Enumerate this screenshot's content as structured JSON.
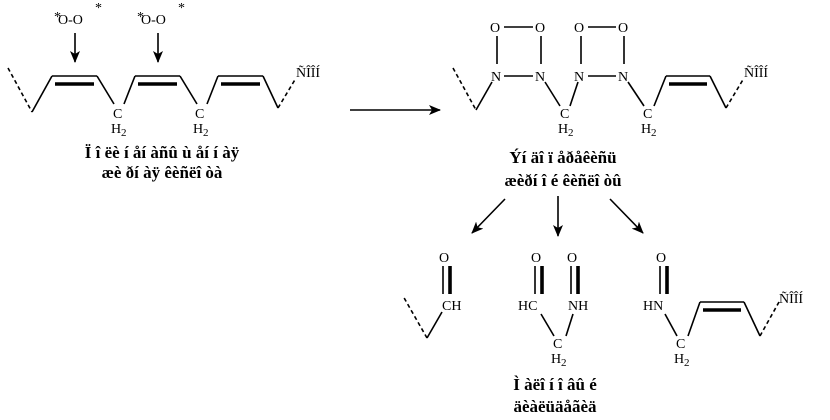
{
  "reactant": {
    "radical_left": "O-O",
    "radical_right": "O-O",
    "radical_star": "*",
    "end_group": "ÑÎÎÍ",
    "ch2_a": "C",
    "ch2_a_h": "H",
    "ch2_a_sub": "2",
    "ch2_b": "C",
    "ch2_b_h": "H",
    "ch2_b_sub": "2",
    "caption_line1": "Ï î ëè í åí àñû ù åí í àÿ",
    "caption_line2": "æè ðí àÿ êèñëî òà"
  },
  "product": {
    "o1": "O",
    "o2": "O",
    "o3": "O",
    "o4": "O",
    "n1": "N",
    "n2": "N",
    "n3": "N",
    "n4": "N",
    "end_group": "ÑÎÎÍ",
    "ch2_a": "C",
    "ch2_a_h": "H",
    "ch2_a_sub": "2",
    "ch2_b": "C",
    "ch2_b_h": "H",
    "ch2_b_sub": "2",
    "caption_line1": "Ýí äî ï åðåêèñü",
    "caption_line2": "æèðí î é êèñëî òû"
  },
  "fragments": {
    "aldehyde_o": "O",
    "aldehyde_ch": "CH",
    "dialdehyde_o1": "O",
    "dialdehyde_o2": "O",
    "dialdehyde_hc": "HC",
    "dialdehyde_nh": "NH",
    "dialdehyde_c": "C",
    "dialdehyde_h": "H",
    "dialdehyde_sub": "2",
    "acid_o": "O",
    "acid_hn": "HN",
    "acid_c": "C",
    "acid_h": "H",
    "acid_sub": "2",
    "acid_end_group": "ÑÎÎÍ",
    "caption_line1": "Ì  àëî í î âû é",
    "caption_line2": "äèàëüäåãèä"
  }
}
